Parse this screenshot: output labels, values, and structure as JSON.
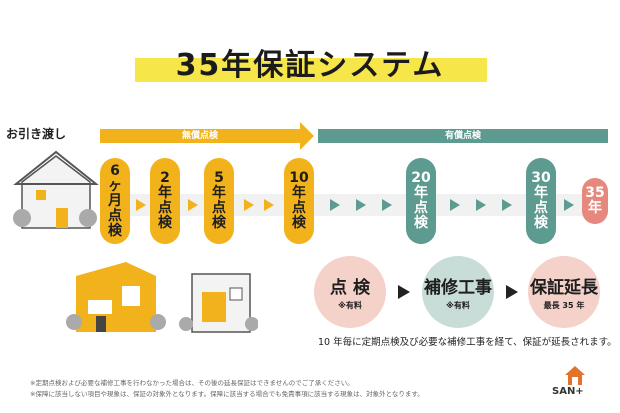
{
  "title": "35年保証システム",
  "moving_label": "お引き渡し",
  "band_free": "無償点検",
  "band_paid": "有償点検",
  "checkpoints": [
    {
      "lines": [
        "6",
        "ヶ",
        "月",
        "点",
        "検"
      ]
    },
    {
      "lines": [
        "2",
        "年",
        "点",
        "検"
      ]
    },
    {
      "lines": [
        "5",
        "年",
        "点",
        "検"
      ]
    },
    {
      "lines": [
        "10",
        "年",
        "点",
        "検"
      ]
    },
    {
      "lines": [
        "20",
        "年",
        "点",
        "検"
      ]
    },
    {
      "lines": [
        "30",
        "年",
        "点",
        "検"
      ]
    },
    {
      "lines": [
        "35",
        "年"
      ]
    }
  ],
  "circles": [
    {
      "main": "点 検",
      "sub": "※有料"
    },
    {
      "main": "補修工事",
      "sub": "※有料"
    },
    {
      "main": "保証延長",
      "sub": "最長 35 年"
    }
  ],
  "note": "10 年毎に定期点検及び必要な補修工事を経て、保証が延長されます。",
  "footnotes": [
    "※定期点検および必要な補修工事を行わなかった場合は、その後の延長保証はできませんのでご了承ください。",
    "※保障に該当しない項目や現象は、保証の対象外となります。保障に該当する場合でも免責事項に該当する現象は、対象外となります。"
  ],
  "logo": "SAN+",
  "colors": {
    "yellow": "#f2b21b",
    "green": "#5d9a8f",
    "red": "#e6887d",
    "title_highlight": "#f6e64a"
  }
}
